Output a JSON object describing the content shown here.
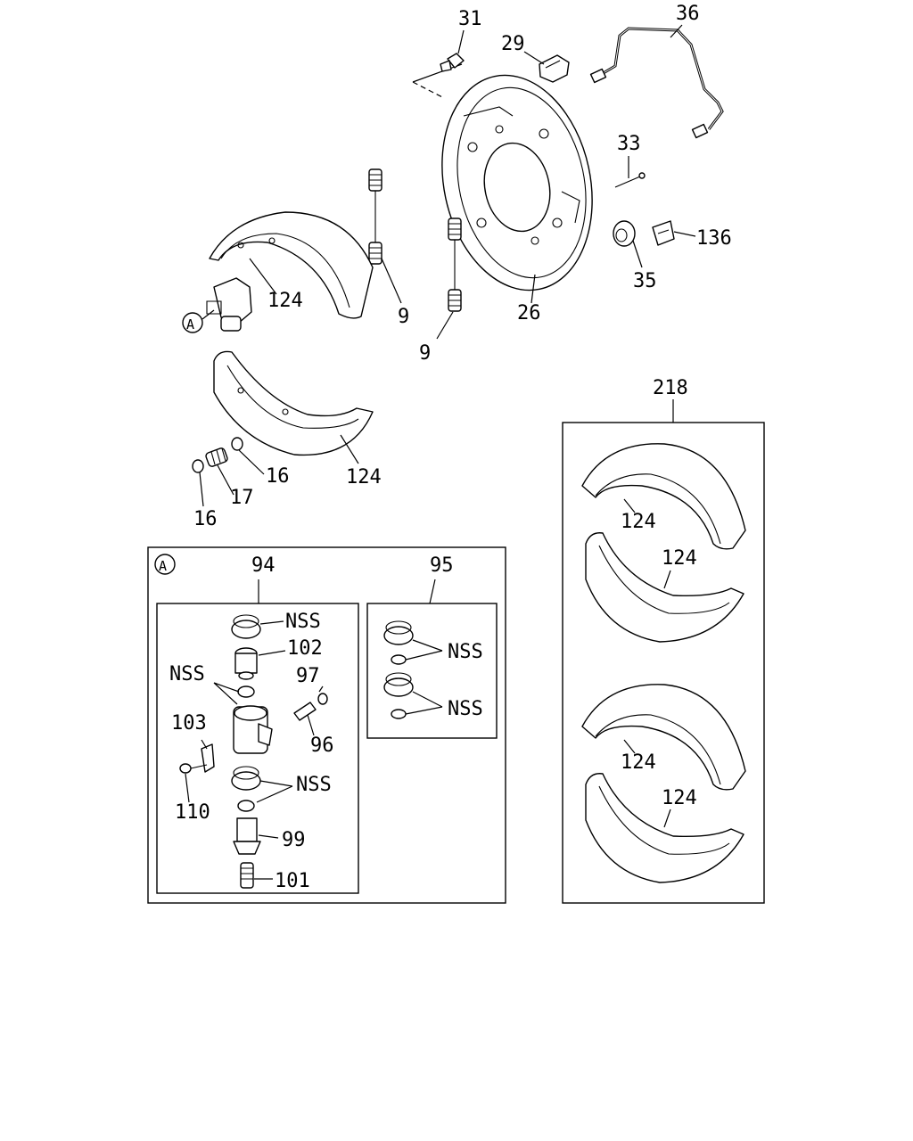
{
  "labels": {
    "p31": "31",
    "p29": "29",
    "p36": "36",
    "p33": "33",
    "p136": "136",
    "p35": "35",
    "p26": "26",
    "p9a": "9",
    "p9b": "9",
    "p124a": "124",
    "p124b": "124",
    "p16a": "16",
    "p16b": "16",
    "p17": "17",
    "p218": "218",
    "p124c": "124",
    "p124d": "124",
    "p124e": "124",
    "p124f": "124",
    "a_marker": "A",
    "detail_a": "A",
    "p94": "94",
    "p95": "95",
    "nss1": "NSS",
    "p102": "102",
    "nss2": "NSS",
    "p97": "97",
    "p103": "103",
    "p96": "96",
    "nss3": "NSS",
    "p110": "110",
    "p99": "99",
    "p101": "101",
    "nss4": "NSS",
    "nss5": "NSS"
  },
  "colors": {
    "line": "#000000",
    "background": "#ffffff"
  }
}
